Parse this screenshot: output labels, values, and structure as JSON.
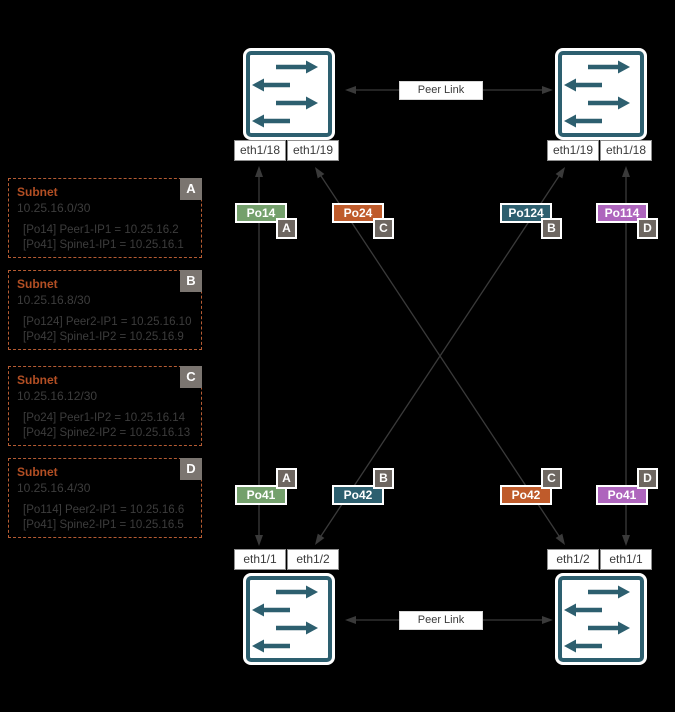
{
  "colors": {
    "background": "#000000",
    "switch_border": "#2d5f6f",
    "connector": "#3a3a3a",
    "subnet_box_border": "#b65c33",
    "subnet_title": "#b34f24",
    "body_text": "#3d3d3d",
    "tag_background": "#6e6761",
    "po_green": "#74a06c",
    "po_orange": "#bf5b2b",
    "po_teal": "#2d5f6f",
    "po_purple": "#ae65bd"
  },
  "subnet_boxes": [
    {
      "title": "Subnet",
      "cidr": "10.25.16.0/30",
      "tag": "A",
      "entries": [
        "[Po14] Peer1-IP1 = 10.25.16.2",
        "[Po41] Spine1-IP1 = 10.25.16.1"
      ]
    },
    {
      "title": "Subnet",
      "cidr": "10.25.16.8/30",
      "tag": "B",
      "entries": [
        "[Po124] Peer2-IP1 = 10.25.16.10",
        "[Po42] Spine1-IP2 = 10.25.16.9"
      ]
    },
    {
      "title": "Subnet",
      "cidr": "10.25.16.12/30",
      "tag": "C",
      "entries": [
        "[Po24] Peer1-IP2 = 10.25.16.14",
        "[Po42] Spine2-IP2 = 10.25.16.13"
      ]
    },
    {
      "title": "Subnet",
      "cidr": "10.25.16.4/30",
      "tag": "D",
      "entries": [
        "[Po114] Peer2-IP1 = 10.25.16.6",
        "[Po41] Spine2-IP1 = 10.25.16.5"
      ]
    }
  ],
  "port_channels": [
    {
      "label": "Po14",
      "tag": "A",
      "color": "#74a06c"
    },
    {
      "label": "Po24",
      "tag": "C",
      "color": "#bf5b2b"
    },
    {
      "label": "Po124",
      "tag": "B",
      "color": "#2d5f6f"
    },
    {
      "label": "Po114",
      "tag": "D",
      "color": "#ae65bd"
    },
    {
      "label": "Po41",
      "tag": "A",
      "color": "#74a06c"
    },
    {
      "label": "Po42",
      "tag": "B",
      "color": "#2d5f6f"
    },
    {
      "label": "Po42",
      "tag": "C",
      "color": "#bf5b2b"
    },
    {
      "label": "Po41",
      "tag": "D",
      "color": "#ae65bd"
    }
  ],
  "interfaces": {
    "top_left": [
      "eth1/18",
      "eth1/19"
    ],
    "top_right": [
      "eth1/19",
      "eth1/18"
    ],
    "bottom_left": [
      "eth1/1",
      "eth1/2"
    ],
    "bottom_right": [
      "eth1/2",
      "eth1/1"
    ]
  },
  "peer_link": {
    "top_label": "Peer Link",
    "bottom_label": "Peer Link"
  }
}
